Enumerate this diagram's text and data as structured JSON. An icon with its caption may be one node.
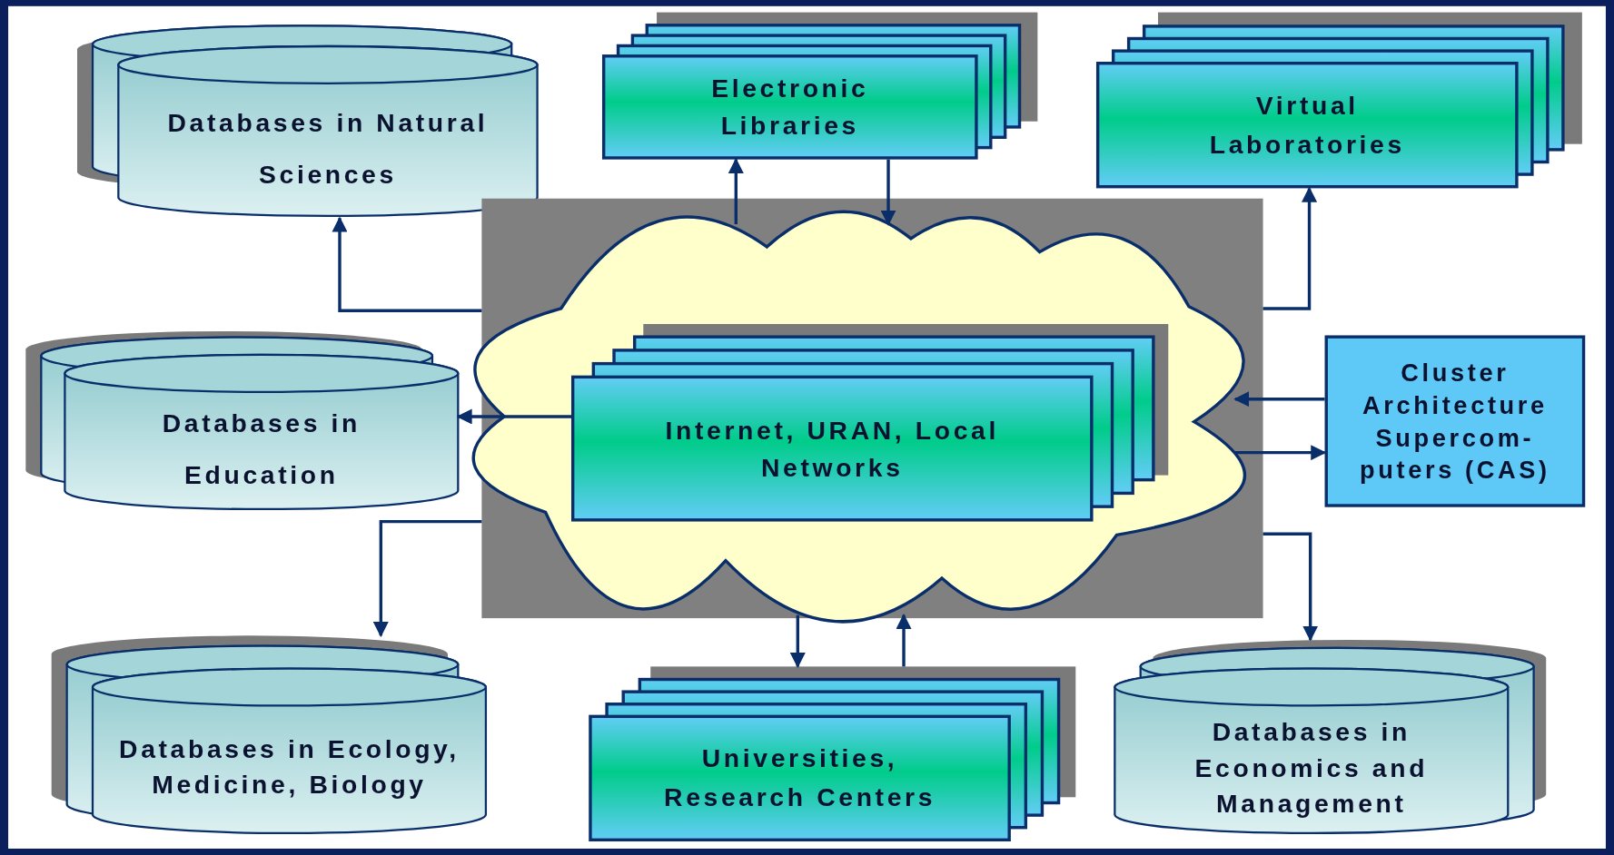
{
  "diagram": {
    "nodes": [
      {
        "text": [
          "Databases in Natural Sciences"
        ]
      },
      {
        "text": [
          "Electronic Libraries"
        ]
      },
      {
        "text": [
          "Virtual Laboratories"
        ]
      },
      {
        "text": [],
        "shape": "box"
      },
      {
        "text": [],
        "shape": "cloud",
        "in": 3
      },
      {
        "text": [
          "Internet, URAN, Local Networks"
        ],
        "in": 4
      },
      {
        "text": [
          "Databases in Education"
        ]
      },
      {
        "text": [
          "Cluster Architecture Supercom- puters (CAS)"
        ]
      },
      {
        "text": [
          "Databases in Ecology, Medicine, Biology"
        ]
      },
      {
        "text": [
          "Universities, Research Centers"
        ]
      },
      {
        "text": [
          "Databases in Economics and Management"
        ]
      }
    ],
    "edges": [
      {
        "from": 3,
        "to": 0,
        "arrow": "to"
      },
      {
        "from": 4,
        "to": 1,
        "arrow": "to"
      },
      {
        "from": 1,
        "to": 4,
        "arrow": "to"
      },
      {
        "from": 3,
        "to": 2,
        "arrow": "to"
      },
      {
        "from": 5,
        "to": 6,
        "arrow": "to"
      },
      {
        "from": 7,
        "to": 4,
        "arrow": "to"
      },
      {
        "from": 4,
        "to": 7,
        "arrow": "to"
      },
      {
        "from": 3,
        "to": 8,
        "arrow": "to"
      },
      {
        "from": 4,
        "to": 9,
        "arrow": "to"
      },
      {
        "from": 9,
        "to": 4,
        "arrow": "to"
      },
      {
        "from": 3,
        "to": 10,
        "arrow": "to"
      }
    ]
  }
}
